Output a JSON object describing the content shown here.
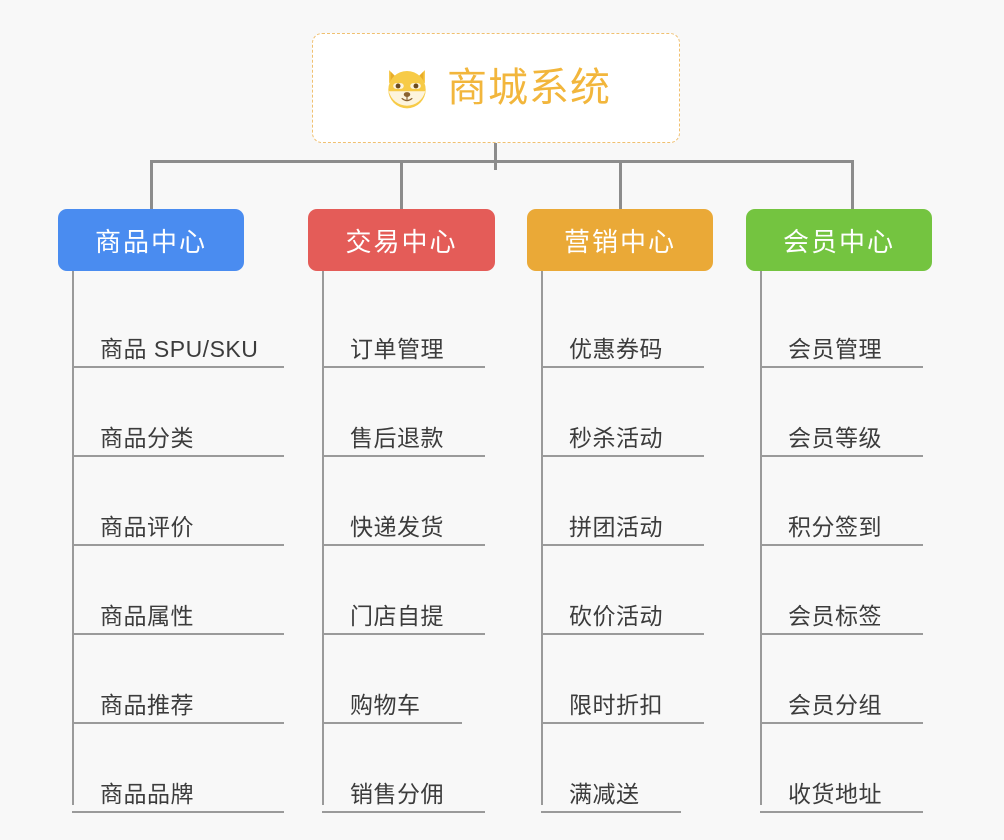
{
  "root": {
    "title": "商城系统",
    "emoji_name": "shiba-dog-emoji",
    "border_color": "#f0c070",
    "text_color": "#f2b63c"
  },
  "connector": {
    "color": "#8c8c8c"
  },
  "columns": [
    {
      "id": "product-center",
      "label": "商品中心",
      "color": "#4a8cf0",
      "items": [
        "商品 SPU/SKU",
        "商品分类",
        "商品评价",
        "商品属性",
        "商品推荐",
        "商品品牌"
      ]
    },
    {
      "id": "trade-center",
      "label": "交易中心",
      "color": "#e45c58",
      "items": [
        "订单管理",
        "售后退款",
        "快递发货",
        "门店自提",
        "购物车",
        "销售分佣"
      ]
    },
    {
      "id": "marketing-center",
      "label": "营销中心",
      "color": "#eaa937",
      "items": [
        "优惠券码",
        "秒杀活动",
        "拼团活动",
        "砍价活动",
        "限时折扣",
        "满减送"
      ]
    },
    {
      "id": "member-center",
      "label": "会员中心",
      "color": "#74c440",
      "items": [
        "会员管理",
        "会员等级",
        "积分签到",
        "会员标签",
        "会员分组",
        "收货地址"
      ]
    }
  ]
}
